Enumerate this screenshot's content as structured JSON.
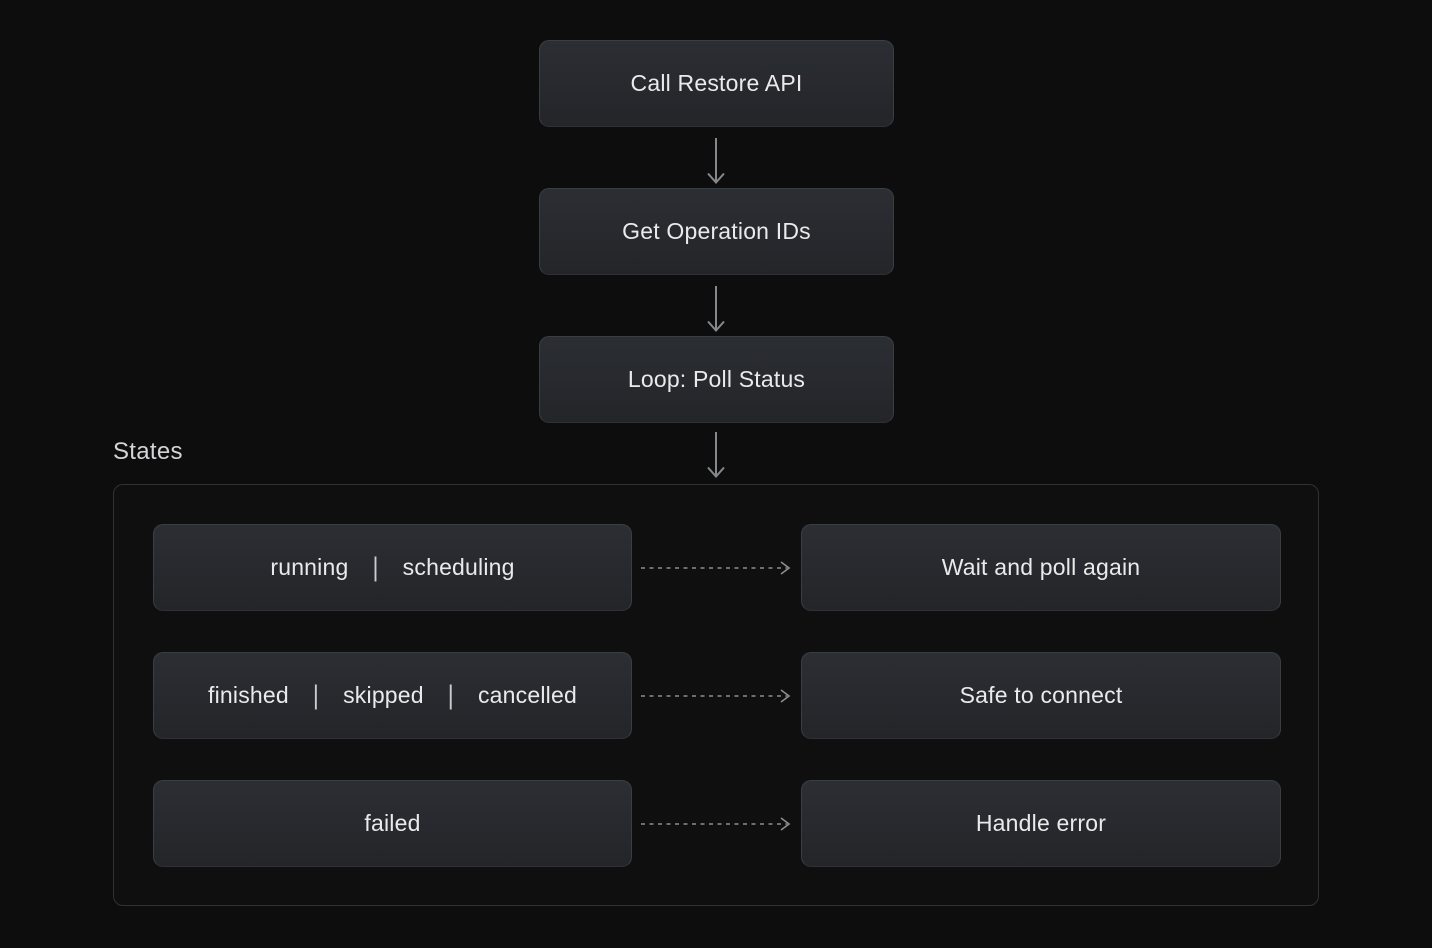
{
  "colors": {
    "background": "#0d0d0e",
    "box_fill_top": "#2b2e33",
    "box_fill_bottom": "#232529",
    "box_border": "#3a3e44",
    "container_border": "#2e3237",
    "arrow": "#85888c",
    "text": "#e9eaeb",
    "section_title": "#d2d4d6"
  },
  "flow": {
    "step1": "Call Restore API",
    "step2": "Get Operation IDs",
    "step3": "Loop: Poll Status"
  },
  "states": {
    "section_title": "States",
    "separator": "|",
    "rows": [
      {
        "states": [
          "running",
          "scheduling"
        ],
        "action": "Wait and poll again"
      },
      {
        "states": [
          "finished",
          "skipped",
          "cancelled"
        ],
        "action": "Safe to connect"
      },
      {
        "states": [
          "failed"
        ],
        "action": "Handle error"
      }
    ]
  }
}
